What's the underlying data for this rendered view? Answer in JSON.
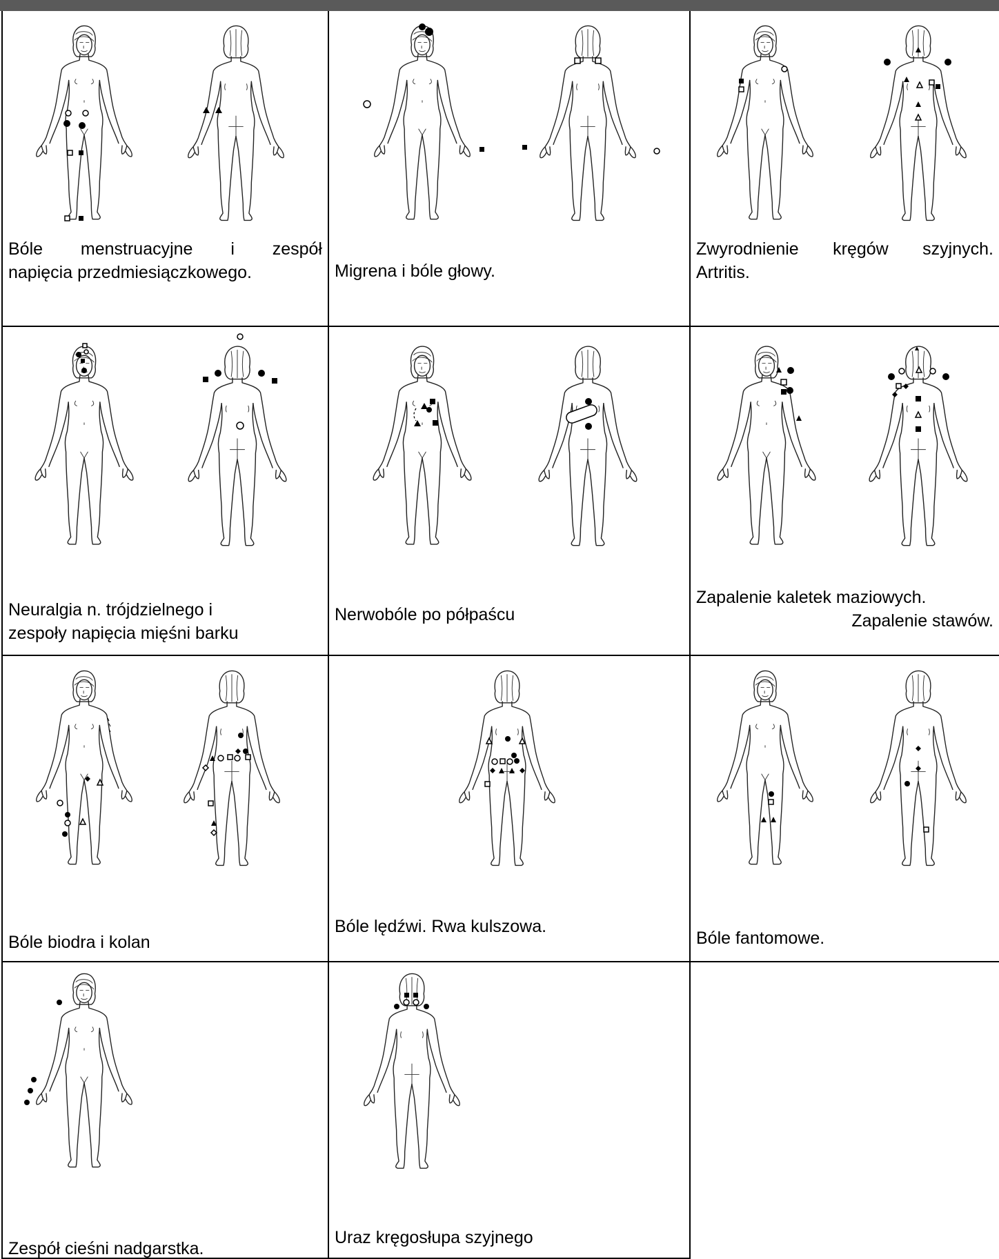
{
  "cells": [
    {
      "id": "menstrual",
      "caption_lines": [
        "Bóle menstruacyjne i zespół",
        "napięcia przedmiesiączkowego."
      ],
      "views": [
        "front",
        "back"
      ]
    },
    {
      "id": "migraine",
      "caption_lines": [
        "Migrena i bóle głowy."
      ],
      "views": [
        "front",
        "back"
      ]
    },
    {
      "id": "cervical",
      "caption_lines": [
        "Zwyrodnienie kręgów szyjnych.",
        "Artritis."
      ],
      "views": [
        "front",
        "back"
      ]
    },
    {
      "id": "trigeminal",
      "caption_lines": [
        "Neuralgia n. trójdzielnego i",
        "zespoły napięcia mięśni barku"
      ],
      "views": [
        "front",
        "back"
      ]
    },
    {
      "id": "shingles",
      "caption_lines": [
        "Nerwobóle po półpaścu"
      ],
      "views": [
        "front",
        "back"
      ]
    },
    {
      "id": "bursitis",
      "caption_lines": [
        "Zapalenie kaletek maziowych.",
        "Zapalenie stawów."
      ],
      "views": [
        "front",
        "back"
      ]
    },
    {
      "id": "hip-knee",
      "caption_lines": [
        "Bóle biodra i kolan"
      ],
      "views": [
        "front",
        "back"
      ]
    },
    {
      "id": "lumbar",
      "caption_lines": [
        "Bóle lędźwi. Rwa kulszowa."
      ],
      "views": [
        "back"
      ]
    },
    {
      "id": "phantom",
      "caption_lines": [
        "Bóle fantomowe."
      ],
      "views": [
        "front",
        "back"
      ]
    },
    {
      "id": "carpal",
      "caption_lines": [
        "Zespół cieśni nadgarstka."
      ],
      "views": [
        "front"
      ]
    },
    {
      "id": "whiplash",
      "caption_lines": [
        "Uraz kręgosłupa szyjnego"
      ],
      "views": [
        "back"
      ]
    }
  ],
  "marker_types": [
    "filled-circle",
    "open-circle",
    "filled-square",
    "open-square",
    "filled-triangle",
    "open-triangle",
    "filled-diamond",
    "open-diamond"
  ],
  "colors": {
    "header": "#5a5a5a",
    "grid": "#000000",
    "outline": "#222222"
  }
}
